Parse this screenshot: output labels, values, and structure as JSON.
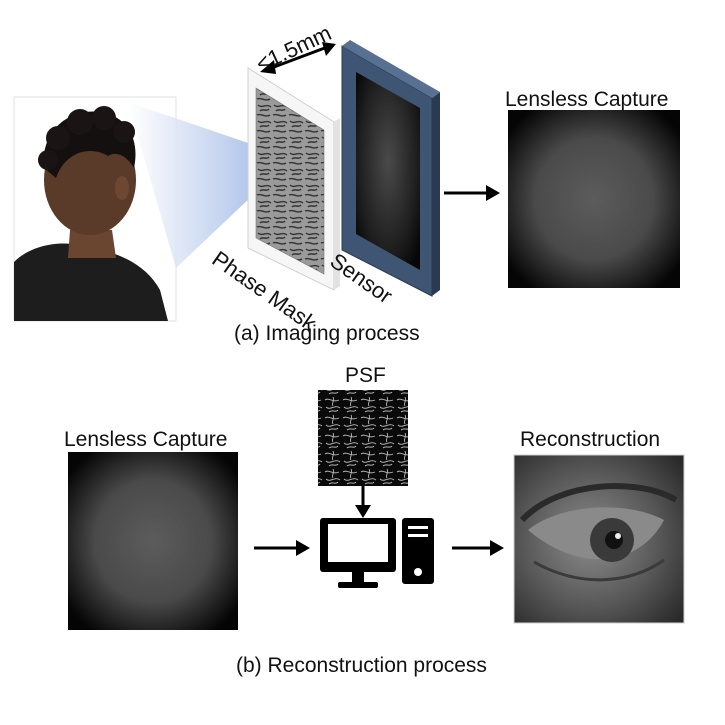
{
  "panel_a": {
    "gap_label": "<1.5mm",
    "phase_mask_label": "Phase Mask",
    "sensor_label": "Sensor",
    "lensless_capture_label": "Lensless Capture",
    "caption": "(a) Imaging process"
  },
  "panel_b": {
    "lensless_capture_label": "Lensless Capture",
    "psf_label": "PSF",
    "reconstruction_label": "Reconstruction",
    "caption": "(b) Reconstruction process"
  },
  "colors": {
    "sensor_frame": "#3e5573",
    "sensor_frame_dark": "#2a3a52",
    "light_cone": "#8fb0e6",
    "arrow": "#000000"
  },
  "icons": [
    "double-arrow-icon",
    "right-arrow-icon",
    "down-arrow-icon",
    "monitor-icon",
    "computer-tower-icon"
  ]
}
